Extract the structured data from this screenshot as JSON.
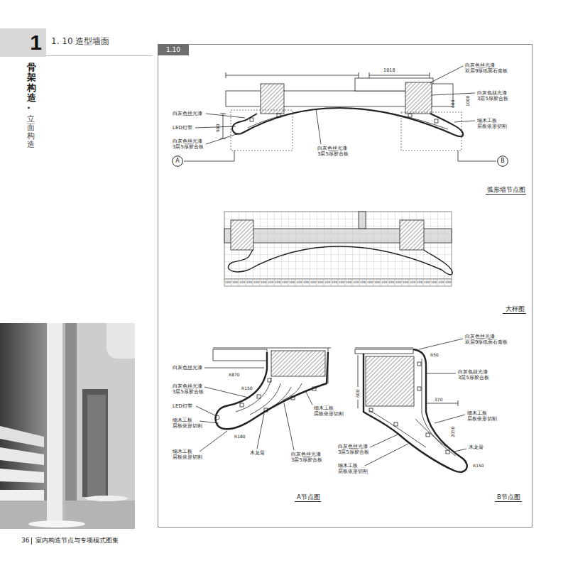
{
  "diagram": {
    "title": "1. 10 造型墙面",
    "nodes": [
      {
        "text": [
          "1"
        ]
      },
      {
        "text": [
          "1.10"
        ]
      },
      {
        "text": [
          "A"
        ]
      },
      {
        "text": [
          "B"
        ]
      }
    ],
    "labels": [
      "骨架构造·",
      "立面构造",
      "白灰色丝光漆 双层9厚纸面石膏板",
      "1018",
      "白灰色丝光漆 3层5厚胶合板",
      "细木工板 层板依形切割",
      "600",
      "1000",
      "白灰色丝光漆",
      "LED灯带",
      "白灰色丝光漆 3层5厚胶合板",
      "900",
      "白灰色丝光漆 3层5厚胶合板",
      "弧形墙节点图",
      "大样图",
      "白灰色丝光漆",
      "白灰色丝光漆 3层5厚胶合板",
      "LED灯带",
      "细木工板 层板依形切割",
      "细木工板 层板依形切割",
      "木龙骨",
      "白灰色丝光漆 3层5厚胶合板",
      "细木工板 层板依形切割",
      "R870",
      "R150",
      "R180",
      "A节点图",
      "白灰色丝光漆 双层9厚纸面石膏板",
      "白灰色丝光漆 3层5厚胶合板",
      "细木工板 层板依形切割",
      "木龙骨",
      "白灰色丝光漆 3层5厚胶合板",
      "细木工板 层板依形切割",
      "370",
      "600",
      "2050",
      "R50",
      "R150",
      "B节点图",
      "36",
      "室内构造节点与专项模式图集",
      "100",
      "100",
      "100",
      "100",
      "100",
      "100",
      "100",
      "100",
      "100",
      "100",
      "100",
      "100",
      "100",
      "100",
      "100",
      "100",
      "100",
      "100",
      "100",
      "100",
      "100",
      "100",
      "100",
      "100",
      "100",
      "100",
      "100",
      "100",
      "100",
      "100",
      "100",
      "100"
    ]
  }
}
